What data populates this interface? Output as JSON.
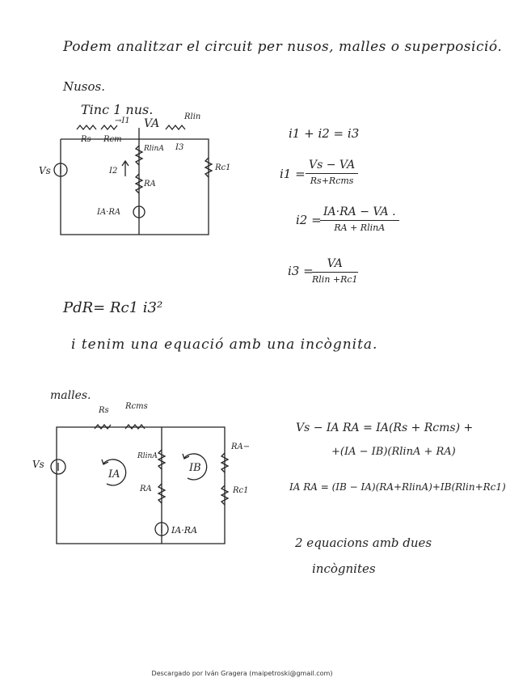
{
  "header": {
    "intro": "Podem analitzar el circuit per nusos, malles o superposició."
  },
  "nusos": {
    "heading": "Nusos.",
    "subheading": "Tinc 1 nus.",
    "circuit_labels": {
      "node": "VA",
      "is_arrow": "→I1",
      "rs": "Rs",
      "rcm": "Rcm",
      "rlin_top": "Rlin",
      "rlinA": "RlinA",
      "i3": "I3",
      "i2": "I2",
      "ra": "RA",
      "ia_ra": "IA·RA",
      "rc1": "Rc1",
      "vs": "Vs"
    },
    "equations": {
      "kcl": "i1 + i2 = i3",
      "i1_lhs": "i1 =",
      "i1_num": "Vs − VA",
      "i1_den": "Rs+Rcms",
      "i2_lhs": "i2 =",
      "i2_num": "IA·RA − VA .",
      "i2_den": "RA + RlinA",
      "i3_lhs": "i3 =",
      "i3_num": "VA",
      "i3_den": "Rlin +Rc1"
    },
    "power": "PdR= Rc1 i3²",
    "conclusion": "i tenim una equació amb una incògnita."
  },
  "malles": {
    "heading": "malles.",
    "circuit_labels": {
      "rs": "Rs",
      "rcms": "Rcms",
      "rlinA": "RlinA",
      "ra": "RA",
      "ia_mesh": "IA",
      "ib_mesh": "IB",
      "ra_right": "RA−",
      "rc1": "Rc1",
      "source": "IA·RA",
      "vs": "Vs"
    },
    "equations": {
      "eq1_line1": "Vs − IA RA = IA(Rs + Rcms) +",
      "eq1_line2": "+(IA − IB)(RlinA + RA)",
      "eq2": "IA RA = (IB − IA)(RA+RlinA)+IB(Rlin+Rc1)"
    },
    "conclusion_line1": "2 equacions amb dues",
    "conclusion_line2": "incògnites"
  },
  "footer": {
    "text": "Descargado por Iván Gragera (maipetroski@gmail.com)"
  }
}
